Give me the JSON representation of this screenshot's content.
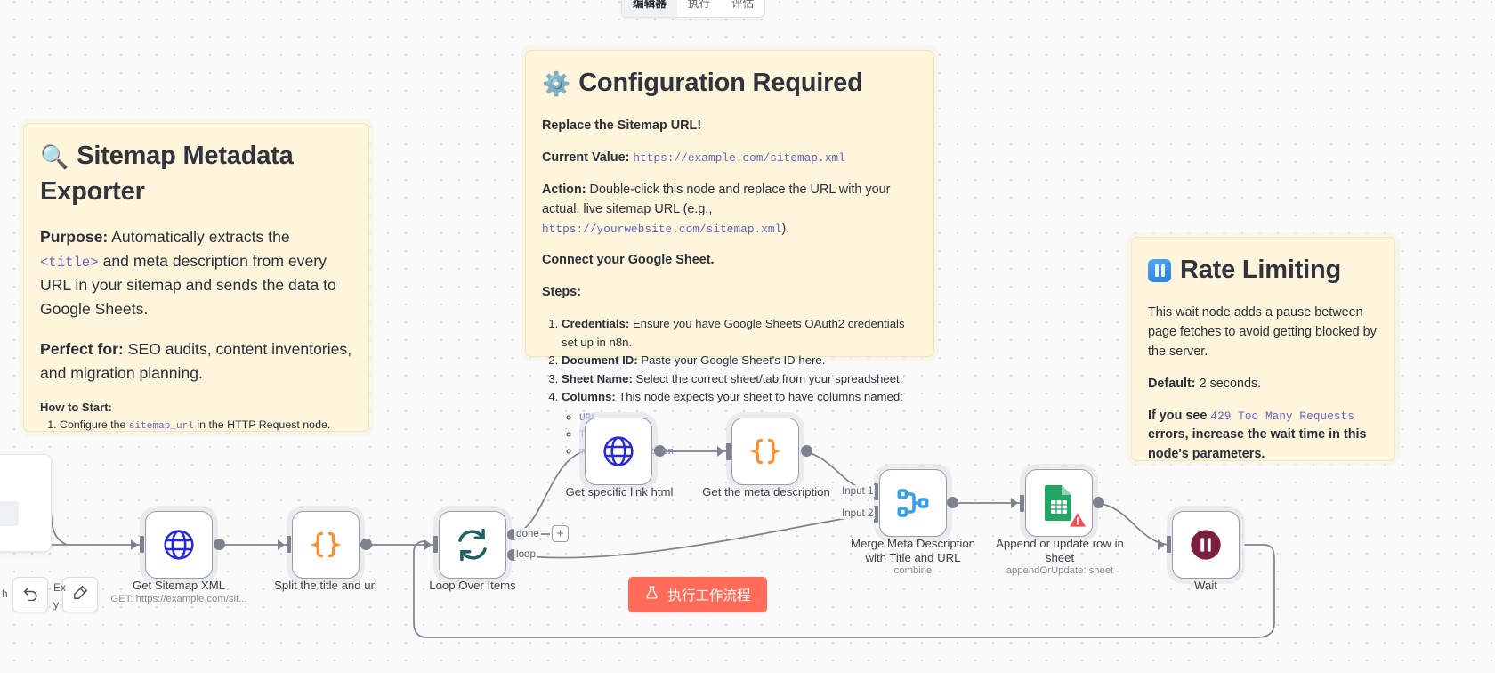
{
  "app": {
    "canvas_bg": "#fafafa",
    "accent": "#ff6d5a"
  },
  "tabbar": {
    "tabs": [
      {
        "label": "编辑器",
        "active": true
      },
      {
        "label": "执行",
        "active": false
      },
      {
        "label": "评估",
        "active": false
      }
    ]
  },
  "notes": {
    "sitemap": {
      "icon": "magnifier-icon",
      "emoji": "🔍",
      "title": "Sitemap Metadata Exporter",
      "purpose_label": "Purpose:",
      "purpose_text_1": " Automatically extracts the ",
      "purpose_code": "<title>",
      "purpose_text_2": " and meta description from every URL in your sitemap and sends the data to Google Sheets.",
      "perfect_label": "Perfect for:",
      "perfect_text": " SEO audits, content inventories, and migration planning.",
      "howto_label": "How to Start:",
      "step_1_pre": "Configure the ",
      "step_1_code": "sitemap_url",
      "step_1_post": " in the HTTP Request node."
    },
    "config": {
      "icon": "gear-icon",
      "emoji": "⚙️",
      "title": "Configuration Required",
      "replace_heading": "Replace the Sitemap URL!",
      "current_value_label": "Current Value:",
      "current_value_code": "https://example.com/sitemap.xml",
      "action_label": "Action:",
      "action_text_1": " Double-click this node and replace the URL with your actual, live sitemap URL (e.g., ",
      "action_code": "https://yourwebsite.com/sitemap.xml",
      "action_text_2": ").",
      "connect_heading": "Connect your Google Sheet.",
      "steps_label": "Steps:",
      "steps": [
        {
          "label": "Credentials:",
          "text": " Ensure you have Google Sheets OAuth2 credentials set up in n8n."
        },
        {
          "label": "Document ID:",
          "text": " Paste your Google Sheet's ID here."
        },
        {
          "label": "Sheet Name:",
          "text": " Select the correct sheet/tab from your spreadsheet."
        },
        {
          "label": "Columns:",
          "text": " This node expects your sheet to have columns named:"
        }
      ],
      "columns": [
        "URL",
        "Title",
        "meta description"
      ]
    },
    "rate": {
      "icon": "pause-icon",
      "title": "Rate Limiting",
      "body": "This wait node adds a pause between page fetches to avoid getting blocked by the server.",
      "default_label": "Default:",
      "default_value": " 2 seconds.",
      "error_text_1": "If you see ",
      "error_code": "429 Too Many Requests",
      "error_text_2": " errors, increase the wait time in this node's parameters."
    }
  },
  "nodes": [
    {
      "id": "get-sitemap-xml",
      "icon": "globe-icon",
      "label": "Get Sitemap XML",
      "sub": "GET: https://example.com/sit..."
    },
    {
      "id": "split-title-url",
      "icon": "code-braces-icon",
      "label": "Split the title and url",
      "sub": ""
    },
    {
      "id": "loop-over-items",
      "icon": "loop-icon",
      "label": "Loop Over Items",
      "sub": ""
    },
    {
      "id": "get-specific-link-html",
      "icon": "globe-icon",
      "label": "Get specific link html",
      "sub": ""
    },
    {
      "id": "get-meta-description",
      "icon": "code-braces-icon",
      "label": "Get the meta description",
      "sub": ""
    },
    {
      "id": "merge-meta",
      "icon": "merge-icon",
      "label": "Merge Meta Description with Title and URL",
      "sub": "combine"
    },
    {
      "id": "append-update-row",
      "icon": "google-sheets-icon",
      "label": "Append or update row in sheet",
      "sub": "appendOrUpdate: sheet",
      "warning": true
    },
    {
      "id": "wait",
      "icon": "pause-circle-icon",
      "label": "Wait",
      "sub": ""
    }
  ],
  "edges": {
    "done_label": "done",
    "loop_label": "loop",
    "input1_label": "Input 1",
    "input2_label": "Input 2",
    "add_button": "+"
  },
  "execute": {
    "icon": "flask-icon",
    "label": "执行工作流程"
  },
  "toolbar": {
    "undo": "undo-icon",
    "tidy": "tidy-up-icon",
    "frag_left": "h",
    "frag_mid": "Ex",
    "frag_right": "y"
  }
}
